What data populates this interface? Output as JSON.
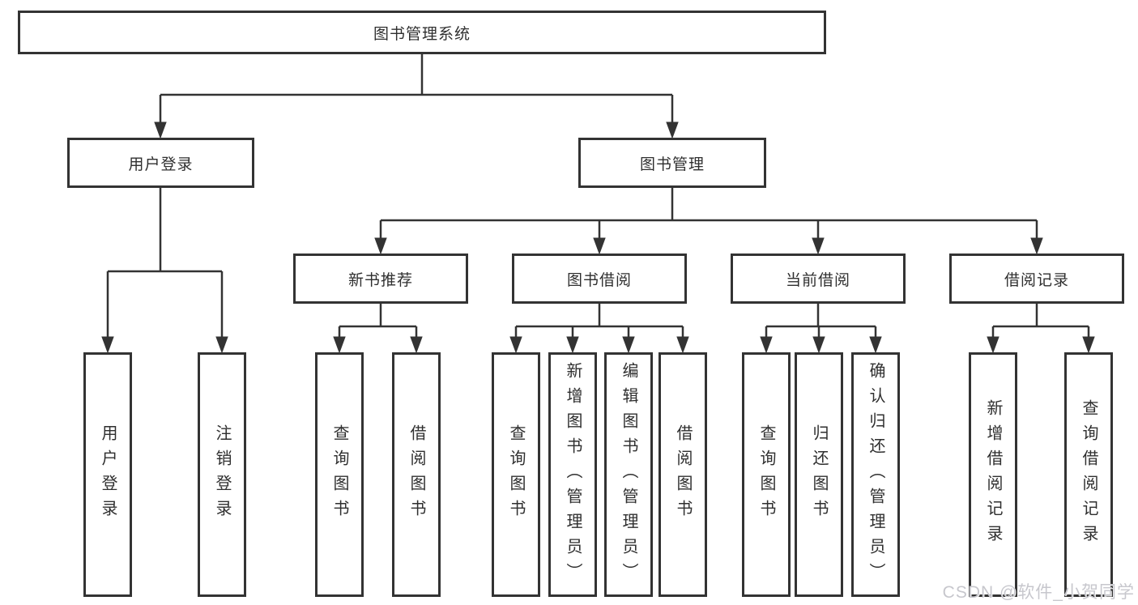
{
  "root": {
    "label": "图书管理系统"
  },
  "level2": {
    "user_login": {
      "label": "用户登录"
    },
    "book_mgmt": {
      "label": "图书管理"
    }
  },
  "level3": {
    "new_book": {
      "label": "新书推荐"
    },
    "book_borrow": {
      "label": "图书借阅"
    },
    "current_borrow": {
      "label": "当前借阅"
    },
    "borrow_record": {
      "label": "借阅记录"
    }
  },
  "leaves": {
    "user_login": [
      "用户登录",
      "注销登录"
    ],
    "new_book": [
      "查询图书",
      "借阅图书"
    ],
    "book_borrow": [
      "查询图书",
      "新增图书（管理员）",
      "编辑图书（管理员）",
      "借阅图书"
    ],
    "current_borrow": [
      "查询图书",
      "归还图书",
      "确认归还（管理员）"
    ],
    "borrow_record": [
      "新增借阅记录",
      "查询借阅记录"
    ]
  },
  "watermark": "CSDN @软件_小贺同学",
  "colors": {
    "line": "#333333",
    "text": "#2f2f2f",
    "box_background": "#ffffff",
    "watermark": "#c7c7cd",
    "background": "#ffffff"
  }
}
